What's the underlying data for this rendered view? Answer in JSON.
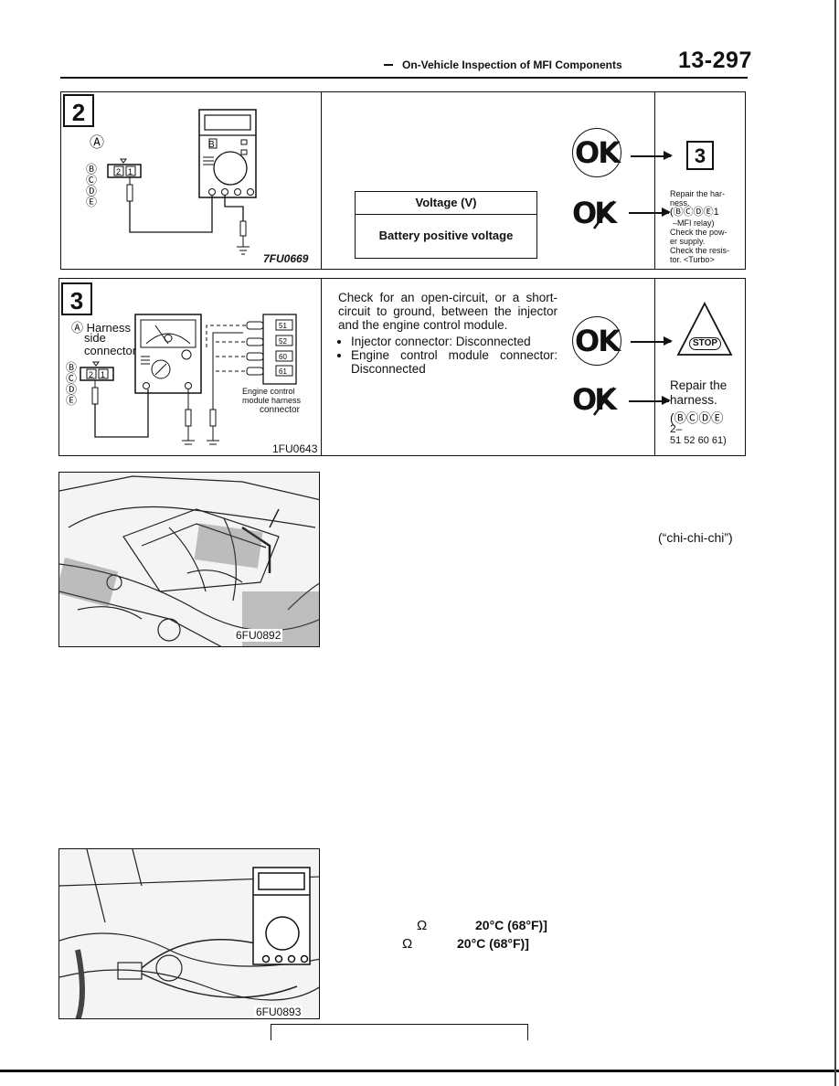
{
  "header": {
    "title": "On-Vehicle Inspection of MFI Components",
    "page": "13-297"
  },
  "step2": {
    "number": "2",
    "label_a": "Ⓐ",
    "connector_letters": [
      "Ⓑ",
      "Ⓒ",
      "Ⓓ",
      "Ⓔ"
    ],
    "connector_pins": "2 1",
    "figure_id": "7FU0669",
    "table_header": "Voltage (V)",
    "table_value": "Battery positive voltage",
    "ok_label": "OK",
    "nok_label": "OK",
    "next_step": "3",
    "repair_text": [
      "Repair the har-",
      "ness.",
      "(ⒷⒸⒹⒺ1",
      "–MFI relay)",
      "Check the pow-",
      "er supply.",
      "Check the resis-",
      "tor. <Turbo>"
    ]
  },
  "step3": {
    "number": "3",
    "label_a": "Ⓐ Harness",
    "label_side": "side",
    "label_connector": "connector",
    "connector_letters": [
      "Ⓑ",
      "Ⓒ",
      "Ⓓ",
      "Ⓔ"
    ],
    "connector_pins": "2 1",
    "module_pins": [
      "51",
      "52",
      "60",
      "61"
    ],
    "module_label": [
      "Engine control",
      "module harness",
      "connector"
    ],
    "figure_id": "1FU0643",
    "intro": "Check for an open-circuit, or a short-circuit to ground, between the injector and the engine control module.",
    "bullets": [
      "Injector connector: Disconnected",
      "Engine control module connector: Disconnected"
    ],
    "ok_label": "OK",
    "nok_label": "OK",
    "stop_label": "STOP",
    "repair_text": [
      "Repair the",
      "harness.",
      "(ⒷⒸⒹⒺ",
      "2–",
      "51 52 60 61)"
    ]
  },
  "photo1": {
    "figure_id": "6FU0892",
    "sound": "(“chi-chi-chi”)"
  },
  "photo2": {
    "figure_id": "6FU0893"
  },
  "resistance": {
    "line1": "Ω",
    "line1b": "20°C (68°F)]",
    "line2": "Ω",
    "line2b": "20°C (68°F)]"
  }
}
